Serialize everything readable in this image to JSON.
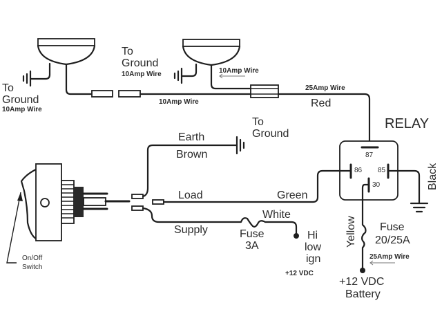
{
  "title": "Driving light wiring diagram with relay",
  "lamps": {
    "left": {
      "ground_label_line1": "To",
      "ground_label_line2": "Ground",
      "ground_wire": "10Amp Wire"
    },
    "right": {
      "ground_label_line1": "To",
      "ground_label_line2": "Ground",
      "ground_wire": "10Amp Wire",
      "feed_wire": "10Amp Wire"
    },
    "link_wire": "10Amp Wire"
  },
  "relay_feed": {
    "wire": "25Amp Wire",
    "color": "Red"
  },
  "relay": {
    "label": "RELAY",
    "pins": [
      "87",
      "86",
      "85",
      "30"
    ],
    "pin85_wire_color": "Black"
  },
  "switch": {
    "label_line1": "On/Off",
    "label_line2": "Switch",
    "earth": {
      "label": "Earth",
      "color": "Brown",
      "ground_line1": "To",
      "ground_line2": "Ground"
    },
    "load": {
      "label": "Load",
      "color": "Green"
    },
    "supply": {
      "label": "Supply",
      "color": "White",
      "fuse_line1": "Fuse",
      "fuse_line2": "3A",
      "source_line1": "Hi",
      "source_line2": "low",
      "source_line3": "ign",
      "voltage": "+12 VDC"
    }
  },
  "battery": {
    "wire_color": "Yellow",
    "fuse_line1": "Fuse",
    "fuse_line2": "20/25A",
    "wire": "25Amp Wire",
    "voltage": "+12 VDC",
    "label": "Battery"
  }
}
